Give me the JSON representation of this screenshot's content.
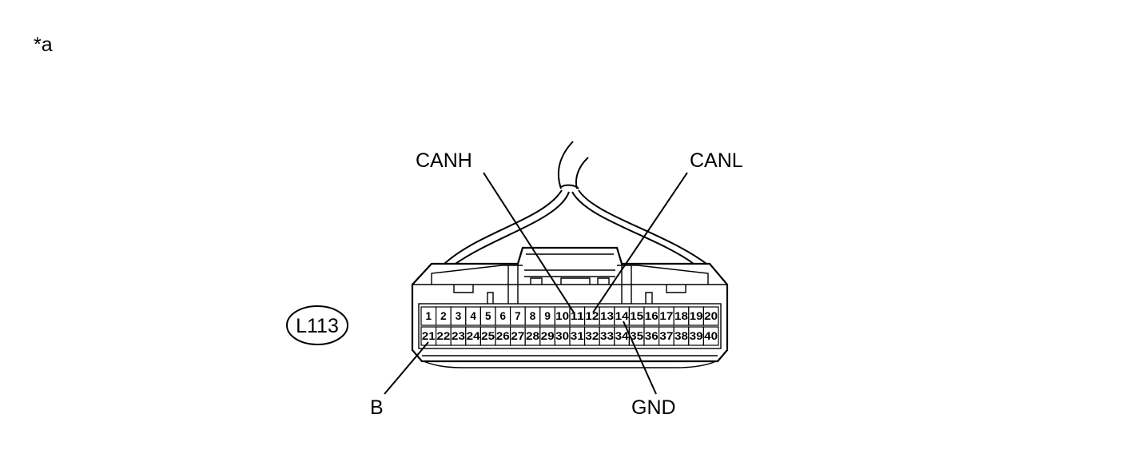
{
  "figure_marker": "*a",
  "connector": {
    "code": "L113",
    "pins_row1": [
      "1",
      "2",
      "3",
      "4",
      "5",
      "6",
      "7",
      "8",
      "9",
      "10",
      "11",
      "12",
      "13",
      "14",
      "15",
      "16",
      "17",
      "18",
      "19",
      "20"
    ],
    "pins_row2": [
      "21",
      "22",
      "23",
      "24",
      "25",
      "26",
      "27",
      "28",
      "29",
      "30",
      "31",
      "32",
      "33",
      "34",
      "35",
      "36",
      "37",
      "38",
      "39",
      "40"
    ]
  },
  "callouts": {
    "canh": {
      "label": "CANH",
      "pin": "11"
    },
    "canl": {
      "label": "CANL",
      "pin": "12"
    },
    "b": {
      "label": "B",
      "pin": "21"
    },
    "gnd": {
      "label": "GND",
      "pin": "34"
    }
  }
}
